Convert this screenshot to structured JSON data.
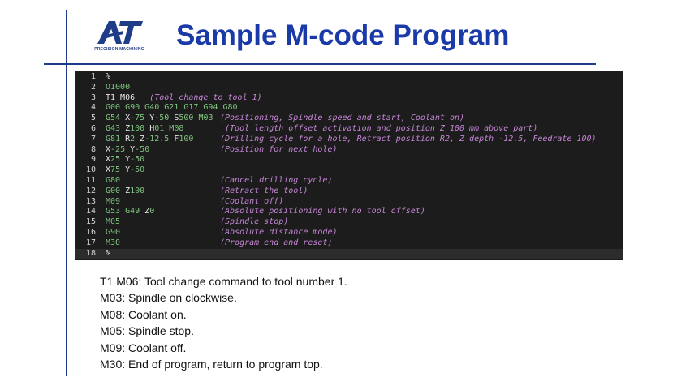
{
  "logo": {
    "mark": "AT",
    "subtitle": "PRECISION MACHINING"
  },
  "title": "Sample M-code Program",
  "code_lines": [
    {
      "num": "1",
      "tokens": [
        [
          "%",
          "w"
        ]
      ],
      "comment": ""
    },
    {
      "num": "2",
      "tokens": [
        [
          "O1000",
          "g"
        ]
      ],
      "comment": ""
    },
    {
      "num": "3",
      "tokens": [
        [
          "T1 M06",
          "w"
        ]
      ],
      "comment": "   (Tool change to tool 1)",
      "inline": true
    },
    {
      "num": "4",
      "tokens": [
        [
          "G00 G90 G40 G21 G17 G94 G80",
          "g"
        ]
      ],
      "comment": ""
    },
    {
      "num": "5",
      "tokens": [
        [
          "G54 ",
          "g"
        ],
        [
          "X",
          "w"
        ],
        [
          "-75 ",
          "g"
        ],
        [
          "Y",
          "w"
        ],
        [
          "-50 ",
          "g"
        ],
        [
          "S",
          "w"
        ],
        [
          "500 M03",
          "g"
        ]
      ],
      "comment": "(Positioning, Spindle speed and start, Coolant on)"
    },
    {
      "num": "6",
      "tokens": [
        [
          "G43 ",
          "g"
        ],
        [
          "Z",
          "w"
        ],
        [
          "100 ",
          "g"
        ],
        [
          "H",
          "w"
        ],
        [
          "01 M08",
          "g"
        ]
      ],
      "comment": " (Tool length offset activation and position Z 100 mm above part)"
    },
    {
      "num": "7",
      "tokens": [
        [
          "G81 ",
          "g"
        ],
        [
          "R",
          "w"
        ],
        [
          "2 ",
          "g"
        ],
        [
          "Z",
          "w"
        ],
        [
          "-12.5 ",
          "g"
        ],
        [
          "F",
          "w"
        ],
        [
          "100",
          "g"
        ]
      ],
      "comment": "(Drilling cycle for a hole, Retract position R2, Z depth -12.5, Feedrate 100)"
    },
    {
      "num": "8",
      "tokens": [
        [
          "X",
          "w"
        ],
        [
          "-25 ",
          "g"
        ],
        [
          "Y",
          "w"
        ],
        [
          "-50",
          "g"
        ]
      ],
      "comment": "(Position for next hole)"
    },
    {
      "num": "9",
      "tokens": [
        [
          "X",
          "w"
        ],
        [
          "25 ",
          "g"
        ],
        [
          "Y",
          "w"
        ],
        [
          "-50",
          "g"
        ]
      ],
      "comment": ""
    },
    {
      "num": "10",
      "tokens": [
        [
          "X",
          "w"
        ],
        [
          "75 ",
          "g"
        ],
        [
          "Y",
          "w"
        ],
        [
          "-50",
          "g"
        ]
      ],
      "comment": ""
    },
    {
      "num": "11",
      "tokens": [
        [
          "G80",
          "g"
        ]
      ],
      "comment": "(Cancel drilling cycle)"
    },
    {
      "num": "12",
      "tokens": [
        [
          "G00 ",
          "g"
        ],
        [
          "Z",
          "w"
        ],
        [
          "100",
          "g"
        ]
      ],
      "comment": "(Retract the tool)"
    },
    {
      "num": "13",
      "tokens": [
        [
          "M09",
          "g"
        ]
      ],
      "comment": "(Coolant off)"
    },
    {
      "num": "14",
      "tokens": [
        [
          "G53 G49 ",
          "g"
        ],
        [
          "Z",
          "w"
        ],
        [
          "0",
          "g"
        ]
      ],
      "comment": "(Absolute positioning with no tool offset)"
    },
    {
      "num": "15",
      "tokens": [
        [
          "M05",
          "g"
        ]
      ],
      "comment": "(Spindle stop)"
    },
    {
      "num": "16",
      "tokens": [
        [
          "G90",
          "g"
        ]
      ],
      "comment": "(Absolute distance mode)"
    },
    {
      "num": "17",
      "tokens": [
        [
          "M30",
          "g"
        ]
      ],
      "comment": "(Program end and reset)"
    },
    {
      "num": "18",
      "tokens": [
        [
          "%",
          "w"
        ]
      ],
      "comment": ""
    }
  ],
  "notes": [
    "T1 M06: Tool change command to tool number 1.",
    "M03: Spindle on clockwise.",
    "M08: Coolant on.",
    "M05: Spindle stop.",
    "M09: Coolant off.",
    "M30: End of program, return to program top."
  ],
  "colors": {
    "brand_blue": "#1a3aa8",
    "rule_blue": "#1f3c88",
    "code_bg": "#1c1c1c",
    "code_green": "#7fc47f",
    "code_comment": "#c586d6"
  }
}
